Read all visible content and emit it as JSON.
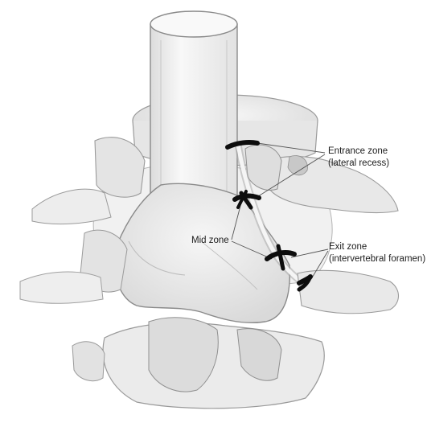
{
  "labels": {
    "entrance_zone": {
      "line1": "Entrance zone",
      "line2": "(lateral recess)"
    },
    "mid_zone": "Mid zone",
    "exit_zone": {
      "line1": "Exit zone",
      "line2": "(intervertebral foramen)"
    }
  },
  "colors": {
    "bone_fill": "#ececec",
    "bone_shadow": "#cfcfcf",
    "outline": "#8a8a8a",
    "marker": "#0d0d0d",
    "leader": "#555555",
    "background": "#ffffff"
  }
}
